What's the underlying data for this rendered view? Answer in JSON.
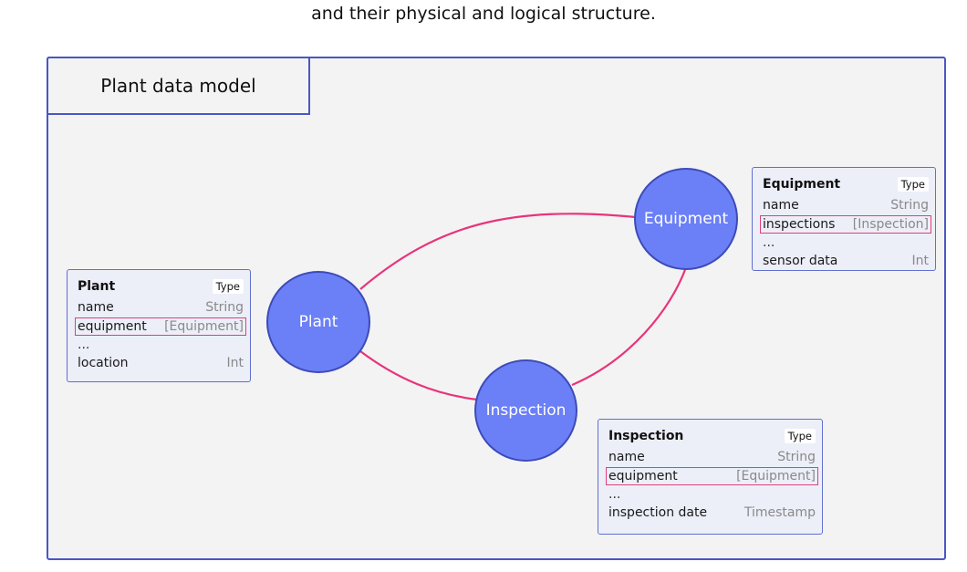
{
  "caption": "and their physical and logical structure.",
  "frame": {
    "title": "Plant data model"
  },
  "nodes": {
    "plant": "Plant",
    "equipment": "Equipment",
    "inspection": "Inspection"
  },
  "cards": {
    "plant": {
      "title": "Plant",
      "type_label": "Type",
      "rows": [
        {
          "name": "name",
          "type": "String"
        },
        {
          "name": "equipment",
          "type": "[Equipment]"
        },
        {
          "name": "...",
          "type": ""
        },
        {
          "name": "location",
          "type": "Int"
        }
      ]
    },
    "equipment": {
      "title": "Equipment",
      "type_label": "Type",
      "rows": [
        {
          "name": "name",
          "type": "String"
        },
        {
          "name": "inspections",
          "type": "[Inspection]"
        },
        {
          "name": "...",
          "type": ""
        },
        {
          "name": "sensor data",
          "type": "Int"
        }
      ]
    },
    "inspection": {
      "title": "Inspection",
      "type_label": "Type",
      "rows": [
        {
          "name": "name",
          "type": "String"
        },
        {
          "name": "equipment",
          "type": "[Equipment]"
        },
        {
          "name": "...",
          "type": ""
        },
        {
          "name": "inspection date",
          "type": "Timestamp"
        }
      ]
    }
  },
  "colors": {
    "frame_border": "#4a56c4",
    "node_fill": "#6b7ff6",
    "link": "#e8347a",
    "highlight": "#e0407a"
  }
}
